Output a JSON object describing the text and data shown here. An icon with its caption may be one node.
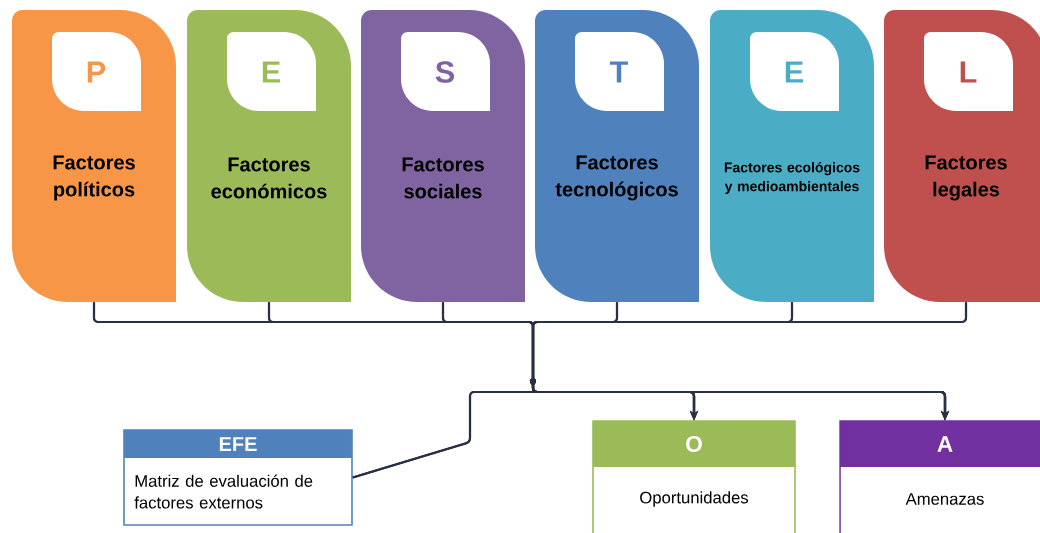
{
  "diagram": {
    "nodes": [
      {
        "text": [
          "P",
          "Factores políticos"
        ]
      },
      {
        "text": [
          "E",
          "Factores económicos"
        ]
      },
      {
        "text": [
          "S",
          "Factores sociales"
        ]
      },
      {
        "text": [
          "T",
          "Factores tecnológicos"
        ]
      },
      {
        "text": [
          "E",
          "Factores ecológicos y medioambientales"
        ]
      },
      {
        "text": [
          "L",
          "Factores legales"
        ]
      },
      {
        "text": [
          "EFE",
          "Matriz de evaluación de factores externos"
        ]
      },
      {
        "text": [
          "O",
          "Oportunidades"
        ]
      },
      {
        "text": [
          "A",
          "Amenazas"
        ]
      }
    ],
    "edges": [
      {
        "from": 0,
        "to": 7,
        "arrow": "to"
      },
      {
        "from": 0,
        "to": 8,
        "arrow": "to"
      },
      {
        "from": 1,
        "to": 7,
        "arrow": "to"
      },
      {
        "from": 1,
        "to": 8,
        "arrow": "to"
      },
      {
        "from": 2,
        "to": 7,
        "arrow": "to"
      },
      {
        "from": 2,
        "to": 8,
        "arrow": "to"
      },
      {
        "from": 3,
        "to": 7,
        "arrow": "to"
      },
      {
        "from": 3,
        "to": 8,
        "arrow": "to"
      },
      {
        "from": 4,
        "to": 7,
        "arrow": "to"
      },
      {
        "from": 4,
        "to": 8,
        "arrow": "to"
      },
      {
        "from": 5,
        "to": 7,
        "arrow": "to"
      },
      {
        "from": 5,
        "to": 8,
        "arrow": "to"
      },
      {
        "from": 6,
        "to": 7,
        "arrow": "to"
      },
      {
        "from": 6,
        "to": 8,
        "arrow": "to"
      }
    ]
  }
}
